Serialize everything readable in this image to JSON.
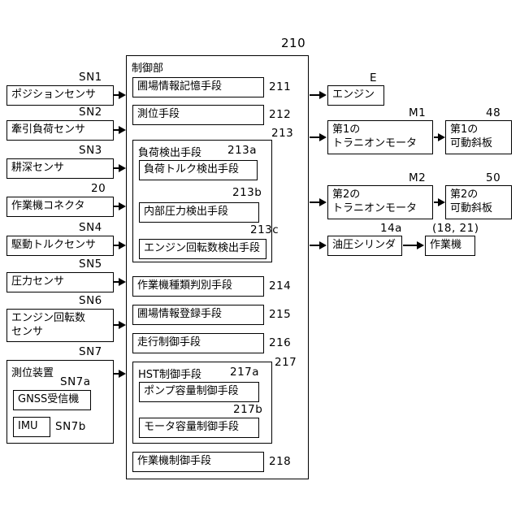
{
  "figure": {
    "controller": {
      "ref": "210",
      "title": "制御部",
      "items": [
        {
          "ref": "211",
          "label": "圃場情報記憶手段"
        },
        {
          "ref": "212",
          "label": "測位手段"
        },
        {
          "ref": "213",
          "label": "負荷検出手段",
          "children": [
            {
              "ref": "213a",
              "label": "負荷トルク検出手段"
            },
            {
              "ref": "213b",
              "label": "内部圧力検出手段"
            },
            {
              "ref": "213c",
              "label": "エンジン回転数検出手段"
            }
          ]
        },
        {
          "ref": "214",
          "label": "作業機種類判別手段"
        },
        {
          "ref": "215",
          "label": "圃場情報登録手段"
        },
        {
          "ref": "216",
          "label": "走行制御手段"
        },
        {
          "ref": "217",
          "label": "HST制御手段",
          "children": [
            {
              "ref": "217a",
              "label": "ポンプ容量制御手段"
            },
            {
              "ref": "217b",
              "label": "モータ容量制御手段"
            }
          ]
        },
        {
          "ref": "218",
          "label": "作業機制御手段"
        }
      ]
    },
    "inputs": [
      {
        "ref": "SN1",
        "label": "ポジションセンサ"
      },
      {
        "ref": "SN2",
        "label": "牽引負荷センサ"
      },
      {
        "ref": "SN3",
        "label": "耕深センサ"
      },
      {
        "ref": "20",
        "label": "作業機コネクタ"
      },
      {
        "ref": "SN4",
        "label": "駆動トルクセンサ"
      },
      {
        "ref": "SN5",
        "label": "圧力センサ"
      },
      {
        "ref": "SN6",
        "label": "エンジン回転数\nセンサ"
      },
      {
        "ref": "SN7",
        "label": "測位装置",
        "children": [
          {
            "ref": "SN7a",
            "label": "GNSS受信機"
          },
          {
            "ref": "SN7b",
            "label": "IMU"
          }
        ]
      }
    ],
    "outputs": [
      {
        "ref": "E",
        "label": "エンジン"
      },
      {
        "ref": "M1",
        "label": "第1の\nトラニオンモータ",
        "target": {
          "ref": "48",
          "label": "第1の\n可動斜板"
        }
      },
      {
        "ref": "M2",
        "label": "第2の\nトラニオンモータ",
        "target": {
          "ref": "50",
          "label": "第2の\n可動斜板"
        }
      },
      {
        "ref": "14a",
        "label": "油圧シリンダ",
        "target": {
          "ref": "(18, 21)",
          "label": "作業機"
        }
      }
    ]
  }
}
